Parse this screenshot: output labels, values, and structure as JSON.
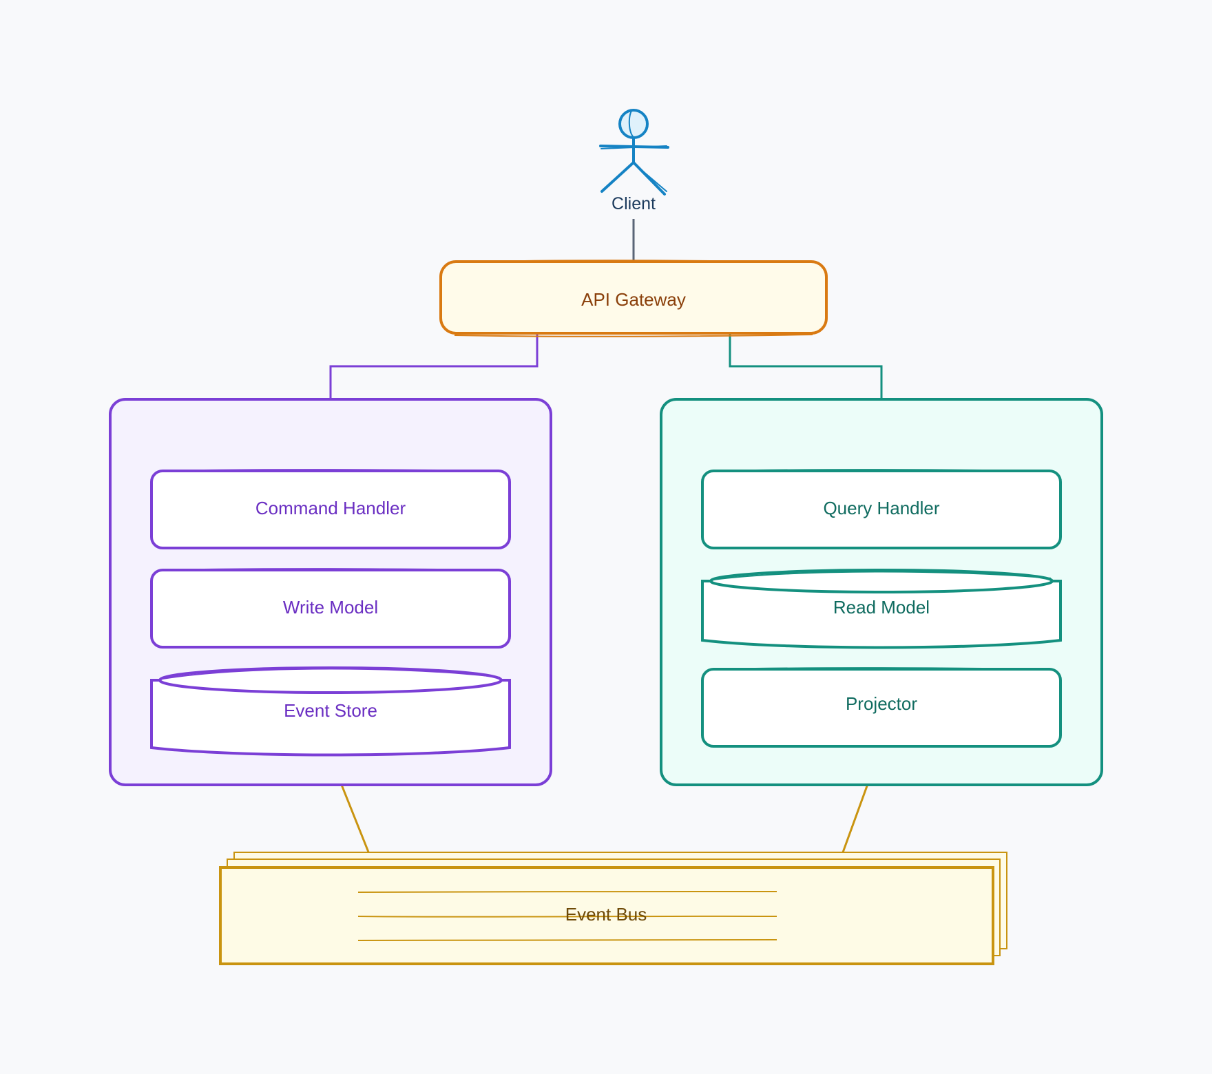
{
  "colors": {
    "background": "#f8f9fb",
    "client_stroke": "#1583c4",
    "client_fill": "#dff1fb",
    "client_text": "#1b3a5c",
    "gateway_stroke": "#d97a12",
    "gateway_fill": "#fffbea",
    "gateway_text": "#8a3f0a",
    "command_stroke": "#7b3fd6",
    "command_fill": "#f5f2fe",
    "command_text": "#6a2ec2",
    "query_stroke": "#14907f",
    "query_fill": "#ecfdf9",
    "query_text": "#0f6b5f",
    "bus_stroke": "#c99410",
    "bus_fill": "#fefbe6",
    "bus_text": "#6e4a08",
    "connector_gray": "#5a6577"
  },
  "client": {
    "label": "Client",
    "icon": "person-icon"
  },
  "gateway": {
    "label": "API Gateway"
  },
  "command_side": {
    "handler": "Command Handler",
    "model": "Write Model",
    "store": "Event Store"
  },
  "query_side": {
    "handler": "Query Handler",
    "model": "Read Model",
    "projector": "Projector"
  },
  "bus": {
    "label": "Event Bus"
  }
}
